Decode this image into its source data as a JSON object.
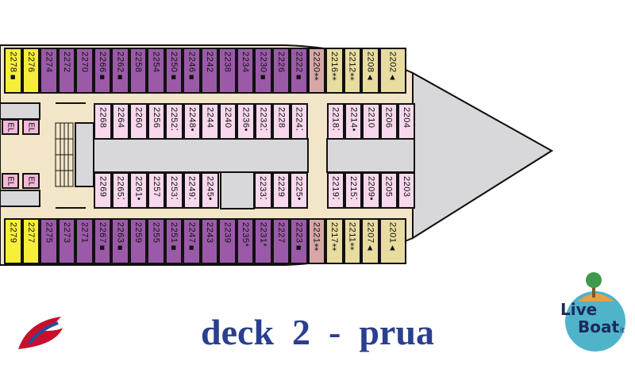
{
  "title": "deck  2  -  prua",
  "logos": {
    "left": "Carnival",
    "right": "LiveBoat.it"
  },
  "colors": {
    "suite": "#9b5aa8",
    "balcony_yellow": "#f7ee3a",
    "interior": "#f7d8ec",
    "oceanview": "#e8dca0",
    "accessible": "#d7a7a8",
    "corridor": "#f3e6c8",
    "gray": "#d8d8da",
    "title": "#2a3f8f"
  },
  "cabins": {
    "top_outer": [
      "2278■",
      "2276",
      "2274",
      "2272",
      "2270",
      "2266■",
      "2262■",
      "2258",
      "2254",
      "2250■",
      "2246■",
      "2242",
      "2238",
      "2234",
      "2230■",
      "2226",
      "2222■",
      "2220⁑",
      "2216⁑",
      "2212⁑",
      "2208▲",
      "2202▲"
    ],
    "top_inner_aft": [
      "2268",
      "2264",
      "2260",
      "2256",
      "2252⁚",
      "2248•",
      "2244",
      "2240",
      "2236•",
      "2232⁚",
      "2228",
      "2224⁚"
    ],
    "top_inner_fwd": [
      "2218⁚",
      "2214•",
      "2210",
      "2206",
      "2204"
    ],
    "bottom_inner_aft": [
      "2269",
      "2265⁚",
      "2261•",
      "2257",
      "2253⁚",
      "2249⁚",
      "2245•"
    ],
    "bottom_inner_mid": [
      "2233⁚",
      "2229",
      "2225•"
    ],
    "bottom_inner_fwd": [
      "2219⁚",
      "2215⁚",
      "2209•",
      "2205",
      "2203"
    ],
    "bottom_outer": [
      "2279",
      "2277",
      "2275",
      "2273",
      "2271",
      "2267■",
      "2263■",
      "2259",
      "2255",
      "2251■",
      "2247■",
      "2243",
      "2239",
      "2235*",
      "2231*",
      "2227",
      "2223■",
      "2221⁑",
      "2217⁑",
      "2211⁑",
      "2207▲",
      "2201▲"
    ]
  },
  "labels": {
    "elevator": "EL"
  }
}
